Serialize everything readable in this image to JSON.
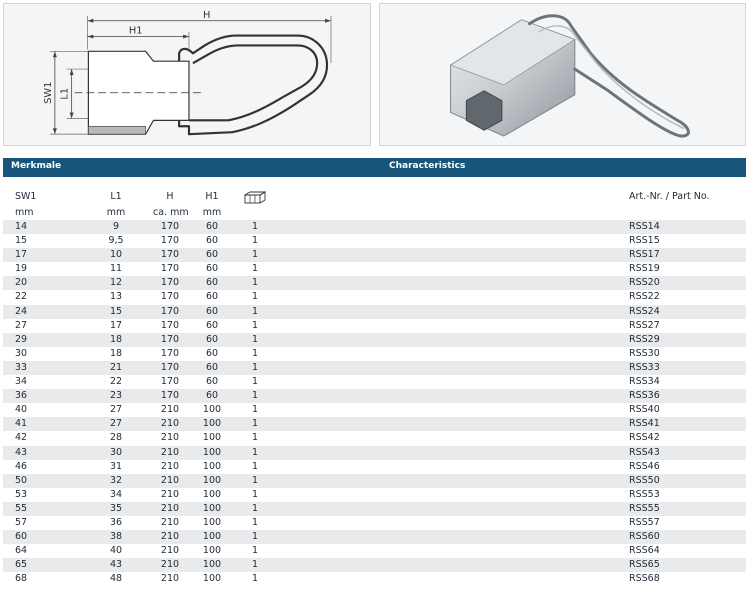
{
  "drawing": {
    "dim_h": "H",
    "dim_h1": "H1",
    "dim_sw1": "SW1",
    "dim_l1": "L1"
  },
  "header": {
    "left": "Merkmale",
    "right": "Characteristics"
  },
  "table": {
    "columns": {
      "sw1": "SW1",
      "l1": "L1",
      "h": "H",
      "h1": "H1",
      "pack": "package-icon",
      "part": "Art.-Nr. / Part No."
    },
    "units": {
      "sw1": "mm",
      "l1": "mm",
      "h": "ca. mm",
      "h1": "mm"
    },
    "rows": [
      {
        "sw1": "14",
        "l1": "9",
        "h": "170",
        "h1": "60",
        "pack": "1",
        "part": "RSS14"
      },
      {
        "sw1": "15",
        "l1": "9,5",
        "h": "170",
        "h1": "60",
        "pack": "1",
        "part": "RSS15"
      },
      {
        "sw1": "17",
        "l1": "10",
        "h": "170",
        "h1": "60",
        "pack": "1",
        "part": "RSS17"
      },
      {
        "sw1": "19",
        "l1": "11",
        "h": "170",
        "h1": "60",
        "pack": "1",
        "part": "RSS19"
      },
      {
        "sw1": "20",
        "l1": "12",
        "h": "170",
        "h1": "60",
        "pack": "1",
        "part": "RSS20"
      },
      {
        "sw1": "22",
        "l1": "13",
        "h": "170",
        "h1": "60",
        "pack": "1",
        "part": "RSS22"
      },
      {
        "sw1": "24",
        "l1": "15",
        "h": "170",
        "h1": "60",
        "pack": "1",
        "part": "RSS24"
      },
      {
        "sw1": "27",
        "l1": "17",
        "h": "170",
        "h1": "60",
        "pack": "1",
        "part": "RSS27"
      },
      {
        "sw1": "29",
        "l1": "18",
        "h": "170",
        "h1": "60",
        "pack": "1",
        "part": "RSS29"
      },
      {
        "sw1": "30",
        "l1": "18",
        "h": "170",
        "h1": "60",
        "pack": "1",
        "part": "RSS30"
      },
      {
        "sw1": "33",
        "l1": "21",
        "h": "170",
        "h1": "60",
        "pack": "1",
        "part": "RSS33"
      },
      {
        "sw1": "34",
        "l1": "22",
        "h": "170",
        "h1": "60",
        "pack": "1",
        "part": "RSS34"
      },
      {
        "sw1": "36",
        "l1": "23",
        "h": "170",
        "h1": "60",
        "pack": "1",
        "part": "RSS36"
      },
      {
        "sw1": "40",
        "l1": "27",
        "h": "210",
        "h1": "100",
        "pack": "1",
        "part": "RSS40"
      },
      {
        "sw1": "41",
        "l1": "27",
        "h": "210",
        "h1": "100",
        "pack": "1",
        "part": "RSS41"
      },
      {
        "sw1": "42",
        "l1": "28",
        "h": "210",
        "h1": "100",
        "pack": "1",
        "part": "RSS42"
      },
      {
        "sw1": "43",
        "l1": "30",
        "h": "210",
        "h1": "100",
        "pack": "1",
        "part": "RSS43"
      },
      {
        "sw1": "46",
        "l1": "31",
        "h": "210",
        "h1": "100",
        "pack": "1",
        "part": "RSS46"
      },
      {
        "sw1": "50",
        "l1": "32",
        "h": "210",
        "h1": "100",
        "pack": "1",
        "part": "RSS50"
      },
      {
        "sw1": "53",
        "l1": "34",
        "h": "210",
        "h1": "100",
        "pack": "1",
        "part": "RSS53"
      },
      {
        "sw1": "55",
        "l1": "35",
        "h": "210",
        "h1": "100",
        "pack": "1",
        "part": "RSS55"
      },
      {
        "sw1": "57",
        "l1": "36",
        "h": "210",
        "h1": "100",
        "pack": "1",
        "part": "RSS57"
      },
      {
        "sw1": "60",
        "l1": "38",
        "h": "210",
        "h1": "100",
        "pack": "1",
        "part": "RSS60"
      },
      {
        "sw1": "64",
        "l1": "40",
        "h": "210",
        "h1": "100",
        "pack": "1",
        "part": "RSS64"
      },
      {
        "sw1": "65",
        "l1": "43",
        "h": "210",
        "h1": "100",
        "pack": "1",
        "part": "RSS65"
      },
      {
        "sw1": "68",
        "l1": "48",
        "h": "210",
        "h1": "100",
        "pack": "1",
        "part": "RSS68"
      }
    ]
  }
}
